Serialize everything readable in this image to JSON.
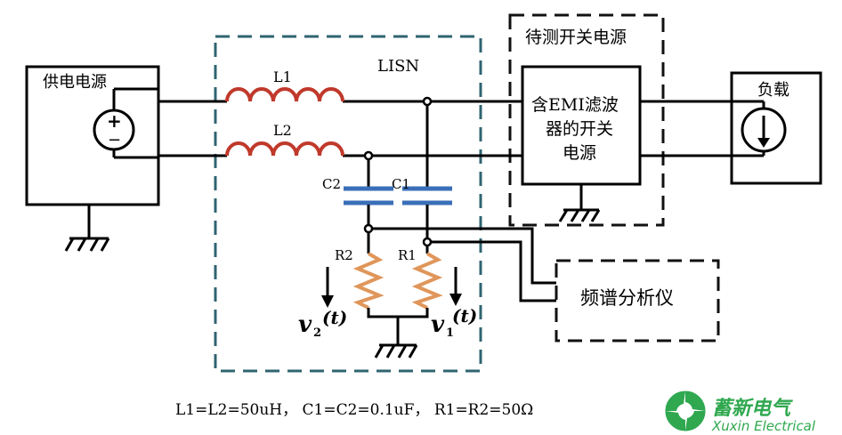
{
  "labels": {
    "source": "供电电源",
    "lisn": "LISN",
    "dut_group": "待测开关电源",
    "dut_line1": "含EMI滤波",
    "dut_line2": "器的开关",
    "dut_line3": "电源",
    "load": "负载",
    "analyzer": "频谱分析仪",
    "l1": "L1",
    "l2": "L2",
    "c1": "C1",
    "c2": "C2",
    "r1": "R1",
    "r2": "R2",
    "v2_symbol": "v",
    "v2_sub": "2",
    "v2_arg": "(t)",
    "v1_symbol": "v",
    "v1_sub": "1",
    "v1_arg": "(t)",
    "plus": "+",
    "minus": "−"
  },
  "caption": "L1=L2=50uH， C1=C2=0.1uF， R1=R2=50Ω",
  "brand": {
    "name_cn": "蓄新电气",
    "name_en": "Xuxin Electrical"
  },
  "colors": {
    "wire": "#000000",
    "inductor": "#c0392b",
    "capacitor": "#3a6fb8",
    "resistor": "#e0965a",
    "lisn_border": "#2f6470",
    "dashed_border": "#111111",
    "brand_green": "#2fa84f"
  }
}
